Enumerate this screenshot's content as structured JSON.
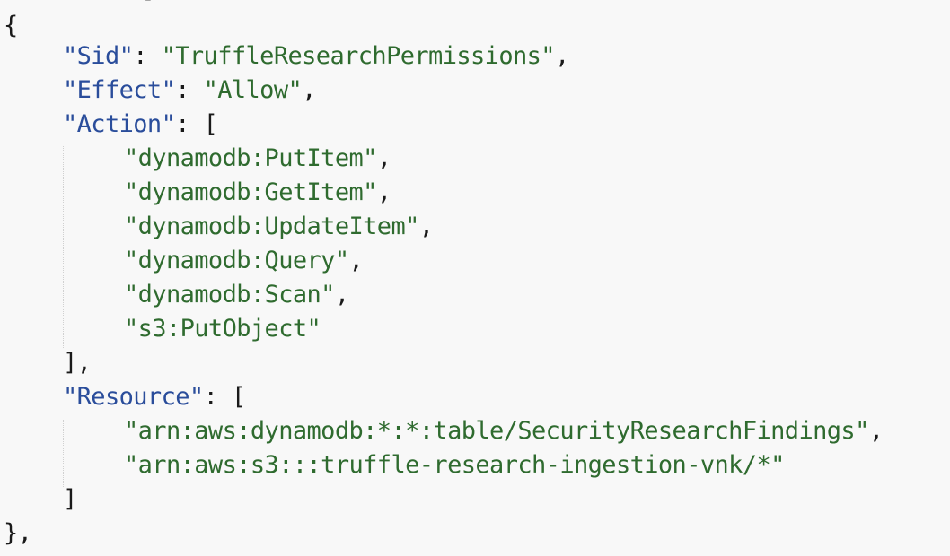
{
  "editor": {
    "colors": {
      "key": "#2a4d9b",
      "string": "#2f6b2f",
      "punct": "#1a1a1a",
      "background": "#f8f8f8"
    },
    "statement": {
      "sid_key": "\"Sid\"",
      "sid_value": "\"TruffleResearchPermissions\"",
      "effect_key": "\"Effect\"",
      "effect_value": "\"Allow\"",
      "action_key": "\"Action\"",
      "actions": [
        "\"dynamodb:PutItem\"",
        "\"dynamodb:GetItem\"",
        "\"dynamodb:UpdateItem\"",
        "\"dynamodb:Query\"",
        "\"dynamodb:Scan\"",
        "\"s3:PutObject\""
      ],
      "resource_key": "\"Resource\"",
      "resources": [
        "\"arn:aws:dynamodb:*:*:table/SecurityResearchFindings\"",
        "\"arn:aws:s3:::truffle-research-ingestion-vnk/*\""
      ]
    },
    "punct": {
      "open_brace": "{",
      "close_brace": "},",
      "colon_space": ": ",
      "comma": ",",
      "open_bracket": "[",
      "close_bracket": "]",
      "close_bracket_comma": "],"
    }
  }
}
